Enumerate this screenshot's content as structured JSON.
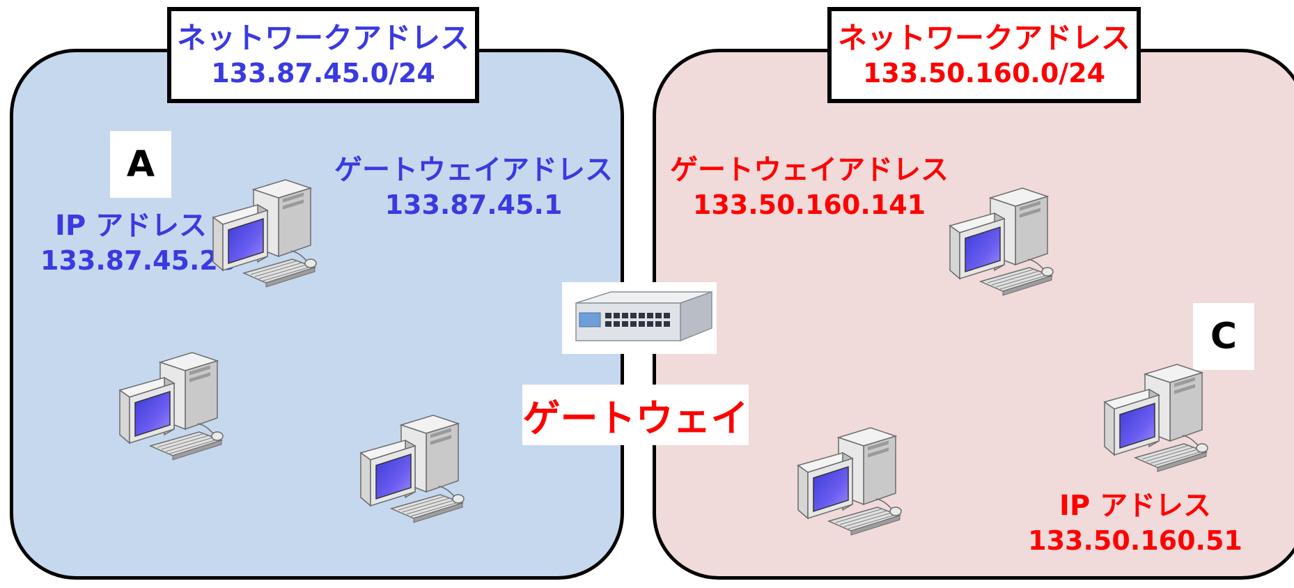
{
  "colors": {
    "left_bg": "#c6d8ee",
    "right_bg": "#f0dada",
    "left_text": "#3a3ae0",
    "right_text": "#ff0000"
  },
  "left_network": {
    "header_title": "ネットワークアドレス",
    "header_address": "133.87.45.0/24",
    "gateway_label": "ゲートウェイアドレス",
    "gateway_address": "133.87.45.1",
    "host_badge": "A",
    "host_ip_label": "IP アドレス",
    "host_ip_address": "133.87.45.26"
  },
  "right_network": {
    "header_title": "ネットワークアドレス",
    "header_address": "133.50.160.0/24",
    "gateway_label": "ゲートウェイアドレス",
    "gateway_address": "133.50.160.141",
    "host_badge": "C",
    "host_ip_label": "IP アドレス",
    "host_ip_address": "133.50.160.51"
  },
  "gateway": {
    "label": "ゲートウェイ",
    "icon": "network-switch-icon"
  },
  "icons": {
    "computer": "desktop-computer-icon"
  }
}
